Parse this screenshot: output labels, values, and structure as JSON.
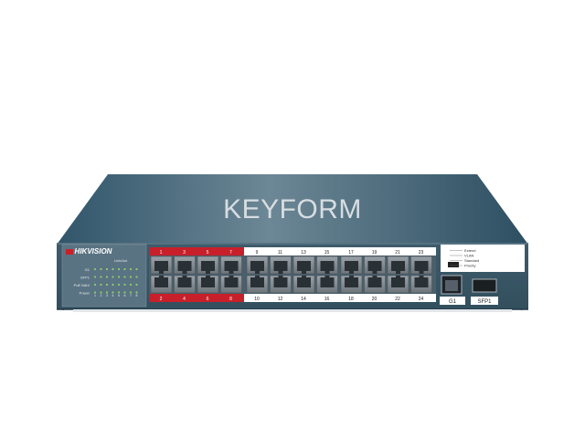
{
  "device": {
    "top_text": "KEYFORM",
    "brand": "HIKVISION",
    "link_act_label": "Link/Act",
    "led_rows": [
      "G1",
      "SFP1",
      "PoE MAX",
      "Power"
    ],
    "led_numbers": [
      "1",
      "2",
      "3",
      "4",
      "5",
      "6",
      "7",
      "8"
    ],
    "mode_labels": [
      "Extend",
      "VLAN",
      "Standard",
      "Priority"
    ],
    "ports_top": [
      "1",
      "3",
      "5",
      "7",
      "9",
      "11",
      "13",
      "15",
      "17",
      "19",
      "21",
      "23"
    ],
    "ports_bottom": [
      "2",
      "4",
      "6",
      "8",
      "10",
      "12",
      "14",
      "16",
      "18",
      "20",
      "22",
      "24"
    ],
    "uplink_rj45": "G1",
    "uplink_sfp": "SFP1"
  },
  "colors": {
    "chassis_top": "#3f6273",
    "front_panel": "#3b5868",
    "poe_red": "#c8202a",
    "port_gray": "#8c949a",
    "background": "#ffffff"
  }
}
